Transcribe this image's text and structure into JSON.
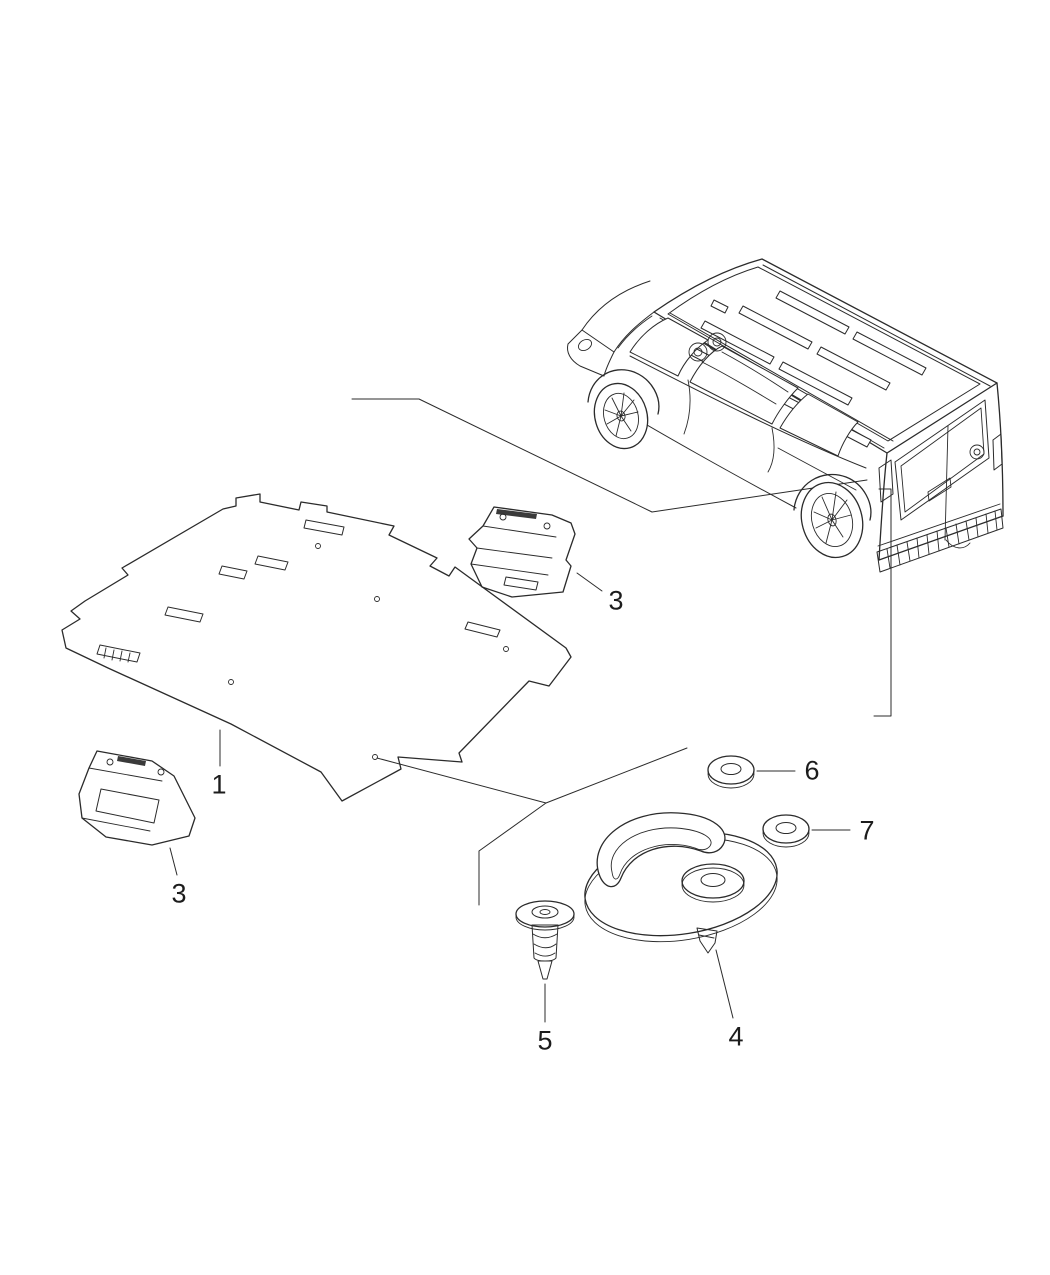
{
  "page": {
    "background": "#ffffff",
    "line_color": "#2b2b2b",
    "label_color": "#1c1c1c"
  },
  "diagram": {
    "type": "vehicle-parts-line-diagram",
    "subject": "cargo floor covering and attaching hardware with van rear three-quarter illustration"
  },
  "callouts": [
    {
      "label": "3",
      "part": "bracket-upper"
    },
    {
      "label": "1",
      "part": "floor-covering"
    },
    {
      "label": "3",
      "part": "bracket-lower"
    },
    {
      "label": "6",
      "part": "grommet-upper"
    },
    {
      "label": "7",
      "part": "grommet-lower"
    },
    {
      "label": "5",
      "part": "push-pin-fastener"
    },
    {
      "label": "4",
      "part": "tie-down-ring"
    }
  ]
}
